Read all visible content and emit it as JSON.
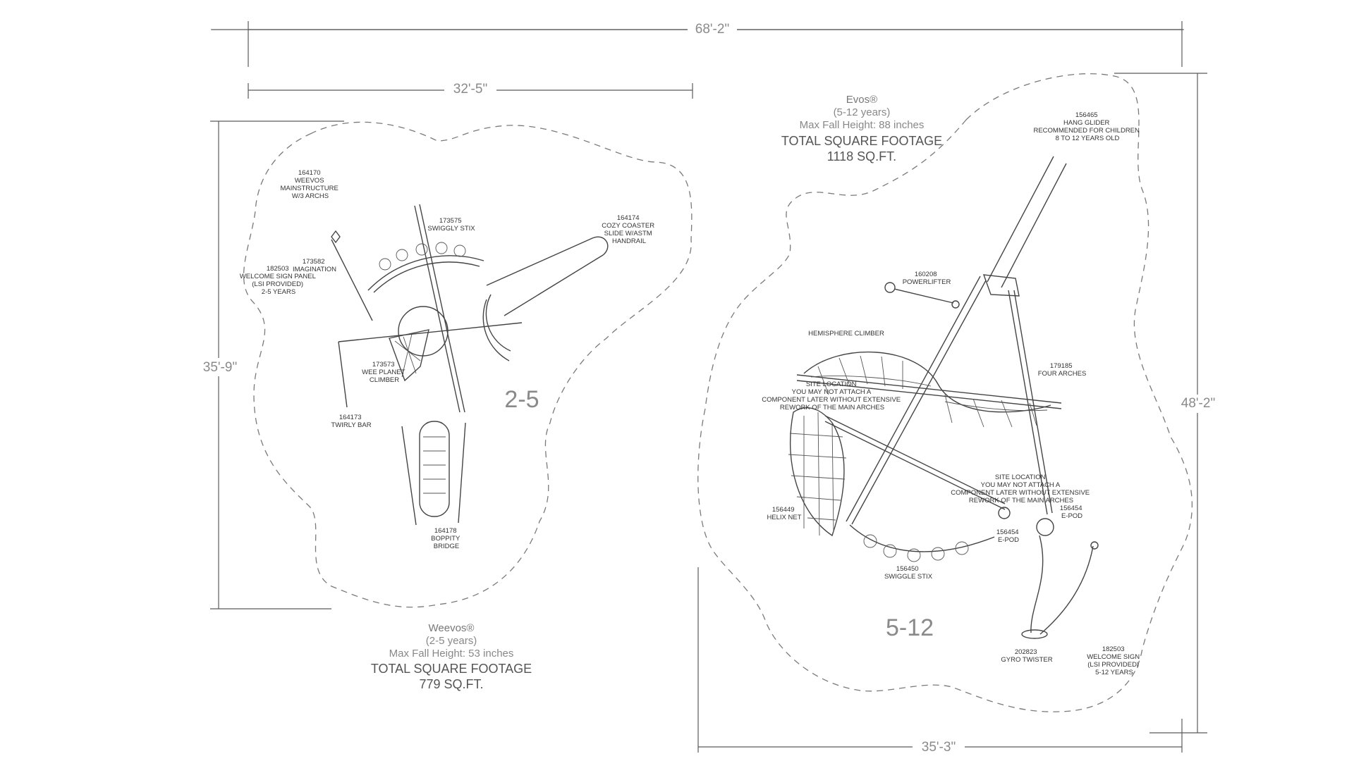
{
  "dimensions": {
    "overall_width": "68'-2\"",
    "left_width": "32'-5\"",
    "left_height": "35'-9\"",
    "right_height": "48'-2\"",
    "right_width": "35'-3\""
  },
  "left_play_area": {
    "brand": "Weevos®",
    "ages": "(2-5 years)",
    "fall_height": "Max Fall Height: 53 inches",
    "footage_label": "TOTAL SQUARE FOOTAGE",
    "footage_value": "779 SQ.FT.",
    "zone_label": "2-5",
    "components": [
      {
        "lines": [
          "164170",
          "WEEVOS",
          "MAINSTRUCTURE",
          "W/3 ARCHS"
        ]
      },
      {
        "lines": [
          "173575",
          "SWIGGLY STIX"
        ]
      },
      {
        "lines": [
          "164174",
          "COZY COASTER",
          "SLIDE W/ASTM",
          "HANDRAIL"
        ]
      },
      {
        "lines": [
          "182503",
          "WELCOME SIGN PANEL",
          "(LSI PROVIDED)",
          "2-5 YEARS"
        ]
      },
      {
        "lines": [
          "173582",
          "IMAGINATION"
        ]
      },
      {
        "lines": [
          "173573",
          "WEE PLANET",
          "CLIMBER"
        ]
      },
      {
        "lines": [
          "164173",
          "TWIRLY BAR"
        ]
      },
      {
        "lines": [
          "164178",
          "BOPPITY",
          "BRIDGE"
        ]
      }
    ]
  },
  "right_play_area": {
    "brand": "Evos®",
    "ages": "(5-12 years)",
    "fall_height": "Max Fall Height: 88 inches",
    "footage_label": "TOTAL SQUARE FOOTAGE",
    "footage_value": "1118 SQ.FT.",
    "zone_label": "5-12",
    "components": [
      {
        "lines": [
          "156465",
          "HANG GLIDER",
          "RECOMMENDED FOR CHILDREN",
          "8 TO 12 YEARS OLD"
        ]
      },
      {
        "lines": [
          "160208",
          "POWERLIFTER"
        ]
      },
      {
        "lines": [
          "HEMISPHERE CLIMBER"
        ]
      },
      {
        "lines": [
          "179185",
          "FOUR ARCHES"
        ]
      },
      {
        "lines": [
          "SITE LOCATION",
          "YOU MAY NOT ATTACH A",
          "COMPONENT LATER WITHOUT EXTENSIVE",
          "REWORK OF THE MAIN ARCHES"
        ]
      },
      {
        "lines": [
          "SITE LOCATION",
          "YOU MAY NOT ATTACH A",
          "COMPONENT LATER WITHOUT EXTENSIVE",
          "REWORK OF THE MAIN ARCHES"
        ]
      },
      {
        "lines": [
          "156449",
          "HELIX NET"
        ]
      },
      {
        "lines": [
          "156454",
          "E-POD"
        ]
      },
      {
        "lines": [
          "156454",
          "E-POD"
        ]
      },
      {
        "lines": [
          "156450",
          "SWIGGLE STIX"
        ]
      },
      {
        "lines": [
          "202823",
          "GYRO TWISTER"
        ]
      },
      {
        "lines": [
          "182503",
          "WELCOME SIGN",
          "(LSI PROVIDED)",
          "5-12 YEARS"
        ]
      }
    ]
  }
}
